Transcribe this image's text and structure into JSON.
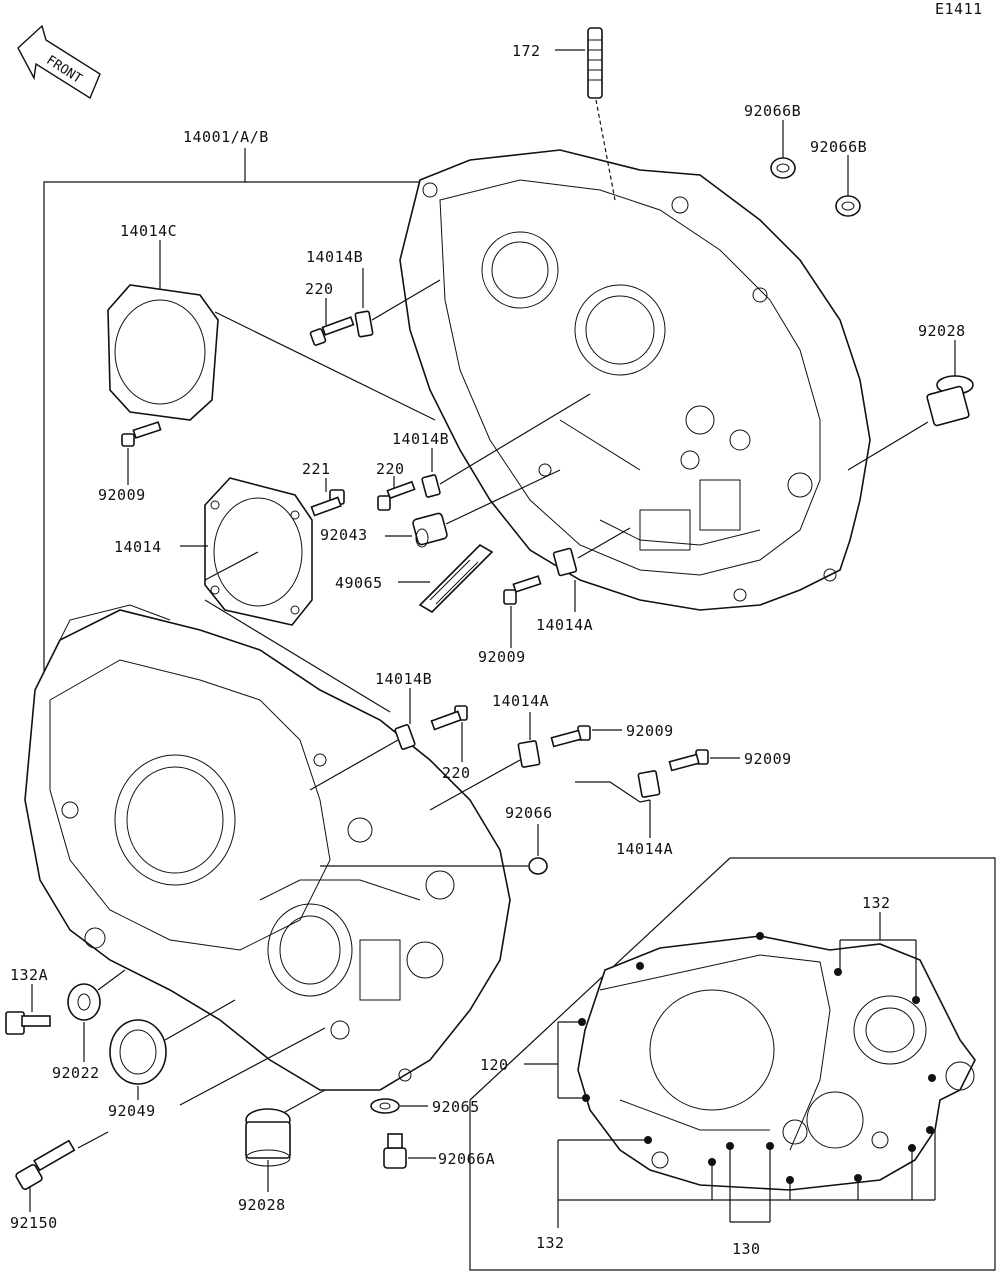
{
  "diagram_code": "E1411",
  "front_arrow_text": "FRONT",
  "labels": {
    "p172": "172",
    "p92066B_a": "92066B",
    "p92066B_b": "92066B",
    "p14001": "14001/A/B",
    "p14014C": "14014C",
    "p14014B_a": "14014B",
    "p220_a": "220",
    "p92028_a": "92028",
    "p92009_a": "92009",
    "p14014B_b": "14014B",
    "p221": "221",
    "p220_b": "220",
    "p92043": "92043",
    "p14014": "14014",
    "p49065": "49065",
    "p92009_b": "92009",
    "p14014A_a": "14014A",
    "p14014B_c": "14014B",
    "p14014A_b": "14014A",
    "p92009_c": "92009",
    "p220_c": "220",
    "p92009_d": "92009",
    "p92066": "92066",
    "p14014A_c": "14014A",
    "p132A": "132A",
    "p132_a": "132",
    "p120": "120",
    "p92022": "92022",
    "p92049": "92049",
    "p92065": "92065",
    "p92066A": "92066A",
    "p92028_b": "92028",
    "p92150": "92150",
    "p132_b": "132",
    "p130": "130"
  }
}
